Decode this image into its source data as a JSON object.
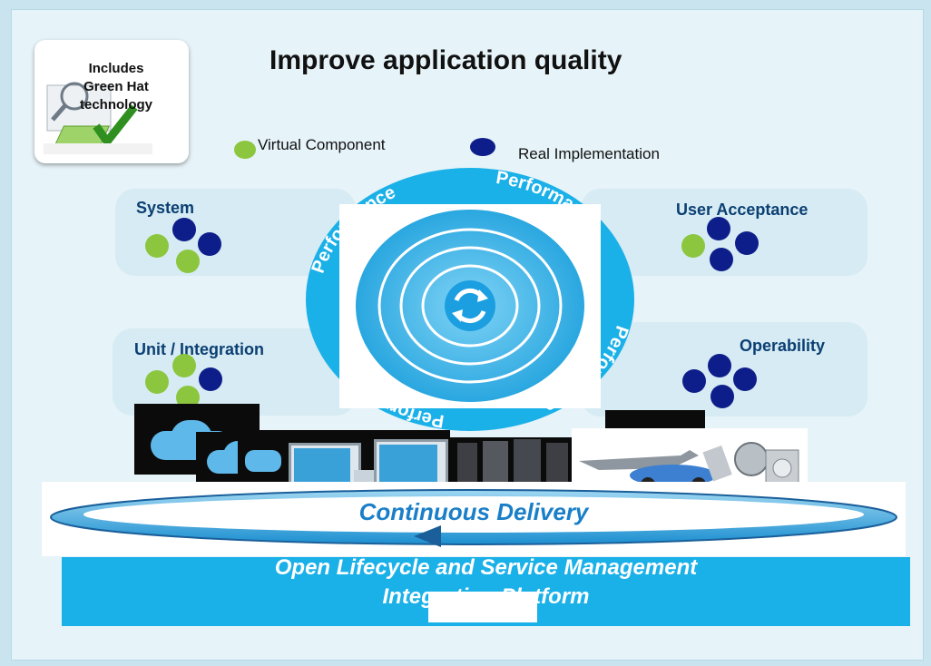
{
  "title": "Improve application quality",
  "badge": {
    "lines": [
      "Includes",
      "Green Hat",
      "technology"
    ]
  },
  "legend": {
    "virtual": {
      "label": "Virtual Component",
      "color": "#8cc63f"
    },
    "real": {
      "label": "Real Implementation",
      "color": "#0d1e8a"
    }
  },
  "quadrants": {
    "system": "System",
    "user_acceptance": "User Acceptance",
    "unit_integration": "Unit / Integration",
    "operability": "Operability"
  },
  "ring": {
    "word": "Performance",
    "ring_color": "#1ab0e8"
  },
  "band": {
    "delivery": "Continuous Delivery",
    "platform_line1": "Open Lifecycle and Service Management",
    "platform_line2": "Integration Platform",
    "platform_color": "#1ab0e8"
  }
}
